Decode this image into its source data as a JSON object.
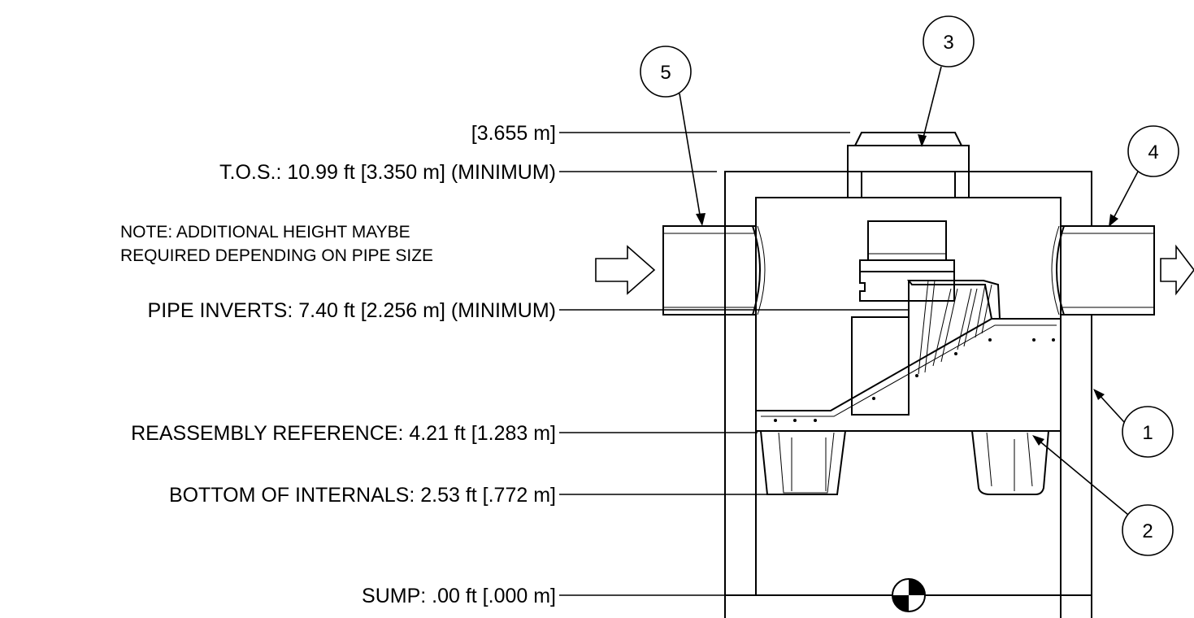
{
  "labels": {
    "top_elevation": "[3.655 m]",
    "tos": "T.O.S.: 10.99 ft [3.350 m] (MINIMUM)",
    "note_line1": "NOTE: ADDITIONAL HEIGHT MAYBE",
    "note_line2": "REQUIRED DEPENDING ON PIPE SIZE",
    "pipe_inverts": "PIPE INVERTS: 7.40 ft [2.256 m] (MINIMUM)",
    "reassembly": "REASSEMBLY REFERENCE: 4.21 ft [1.283 m]",
    "bottom_internals": "BOTTOM OF INTERNALS: 2.53 ft [.772 m]",
    "sump": "SUMP: .00 ft [.000 m]"
  },
  "callouts": {
    "c1": "1",
    "c2": "2",
    "c3": "3",
    "c4": "4",
    "c5": "5"
  },
  "colors": {
    "line": "#000000",
    "background": "#ffffff"
  },
  "icons": [
    "inlet-arrow-icon",
    "outlet-arrow-icon",
    "datum-target-icon"
  ]
}
